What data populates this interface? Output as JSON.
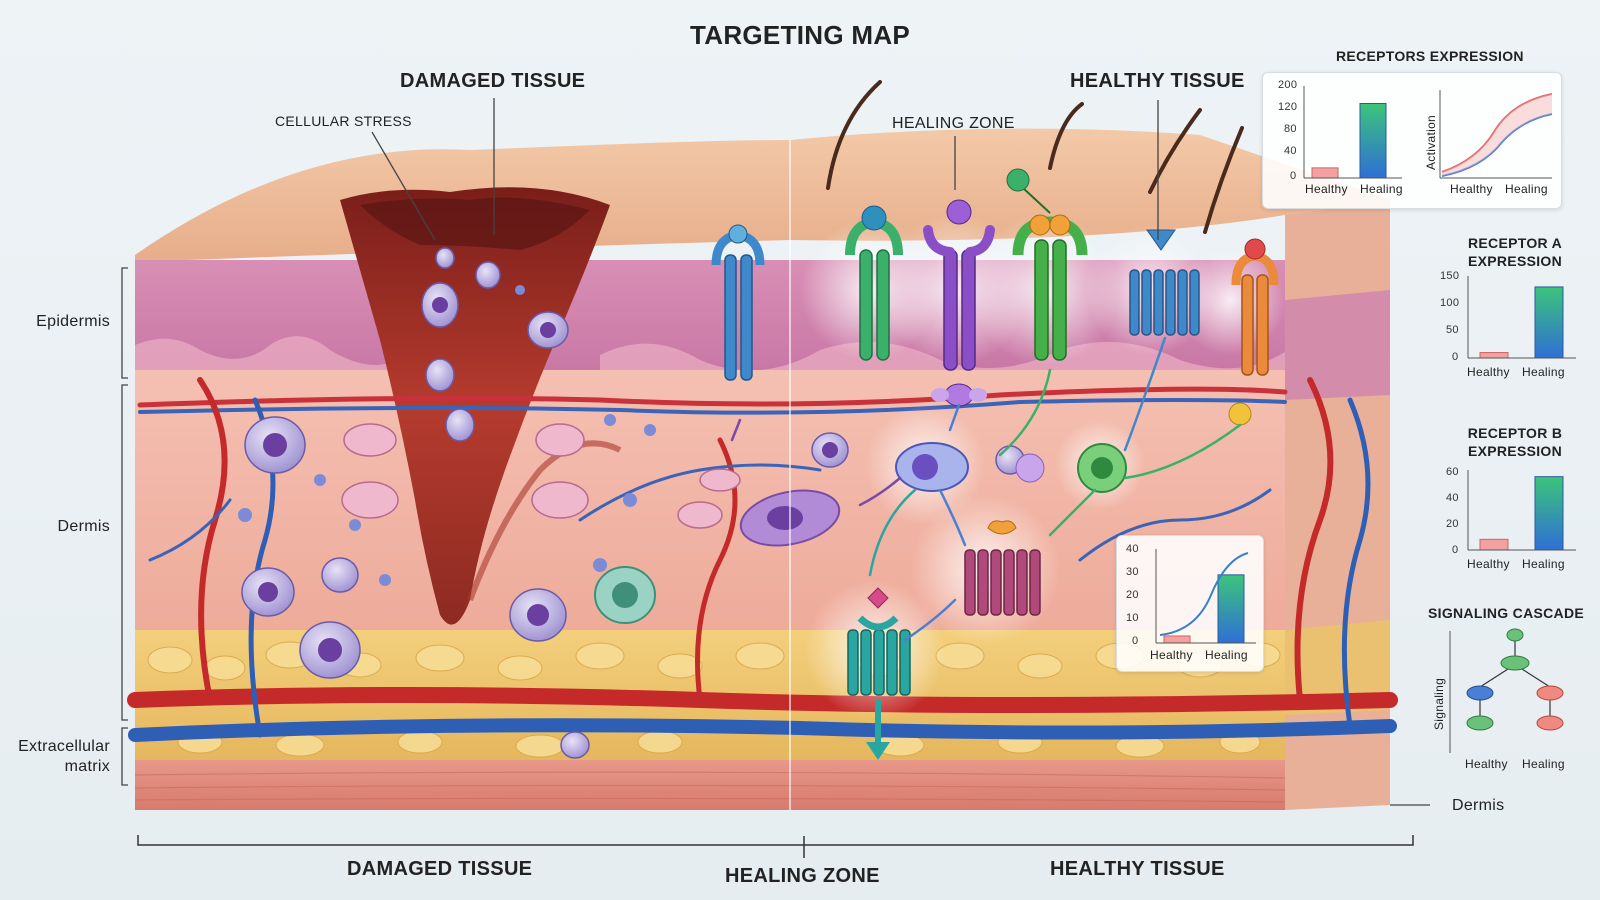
{
  "title": "TARGETING MAP",
  "labels": {
    "damaged_tissue_top": "DAMAGED TISSUE",
    "healthy_tissue_top": "HEALTHY TISSUE",
    "cellular_stress": "CELLULAR STRESS",
    "healing_zone_top": "HEALING ZONE",
    "damaged_tissue_bottom": "DAMAGED TISSUE",
    "healing_zone_bottom": "HEALING ZONE",
    "healthy_tissue_bottom": "HEALTHY TISSUE"
  },
  "layers": {
    "epidermis": "Epidermis",
    "dermis_left": "Dermis",
    "ecm_line1": "Extracellular",
    "ecm_line2": "matrix",
    "dermis_right": "Dermis"
  },
  "colors": {
    "healthy_bar": "#f2a0a0",
    "healing_bar_top": "#3cc47a",
    "healing_bar_bottom": "#2f6fd6",
    "healthy_curve": "#e0676a",
    "healing_curve": "#4a7fd6"
  },
  "charts": {
    "receptors_expression": {
      "title": "RECEPTORS EXPRESSION",
      "type": "bar",
      "categories": [
        "Healthy",
        "Healing"
      ],
      "values": [
        22,
        162
      ],
      "ylim": [
        0,
        200
      ],
      "ticks": [
        "200",
        "120",
        "80",
        "40",
        "0"
      ]
    },
    "activation": {
      "type": "line",
      "ylabel": "Activation",
      "categories": [
        "Healthy",
        "Healing"
      ]
    },
    "receptor_a": {
      "title_line1": "RECEPTOR A",
      "title_line2": "EXPRESSION",
      "type": "bar",
      "categories": [
        "Healthy",
        "Healing"
      ],
      "values": [
        10,
        130
      ],
      "ylim": [
        0,
        150
      ],
      "ticks": [
        "150",
        "100",
        "50",
        "0"
      ]
    },
    "receptor_b": {
      "title_line1": "RECEPTOR B",
      "title_line2": "EXPRESSION",
      "type": "bar",
      "categories": [
        "Healthy",
        "Healing"
      ],
      "values": [
        8,
        55
      ],
      "ylim": [
        0,
        60
      ],
      "ticks": [
        "60",
        "40",
        "20",
        "0"
      ]
    },
    "signaling_cascade": {
      "title": "SIGNALING CASCADE",
      "type": "diagram",
      "ylabel": "Signaling",
      "categories": [
        "Healthy",
        "Healing"
      ]
    },
    "inset": {
      "type": "bar",
      "categories": [
        "Healthy",
        "Healing"
      ],
      "values": [
        3,
        29
      ],
      "ylim": [
        0,
        40
      ],
      "ticks": [
        "40",
        "30",
        "20",
        "10",
        "0"
      ]
    }
  }
}
